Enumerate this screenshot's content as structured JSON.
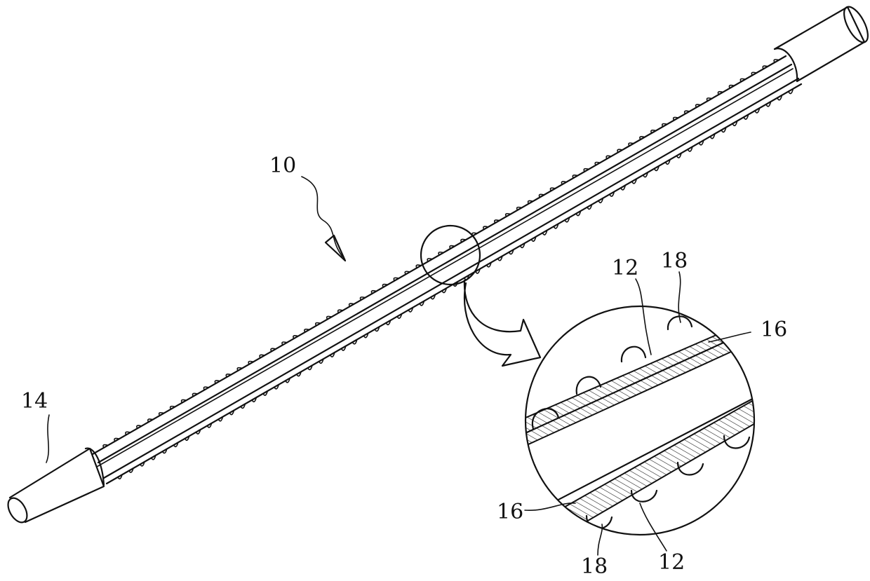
{
  "figure": {
    "labels": {
      "rod_assembly": "10",
      "end_cap": "14",
      "detail_top_left": "12",
      "detail_top_right": "18",
      "detail_right": "16",
      "detail_left": "16",
      "detail_bottom_left": "18",
      "detail_bottom_right": "12"
    }
  }
}
